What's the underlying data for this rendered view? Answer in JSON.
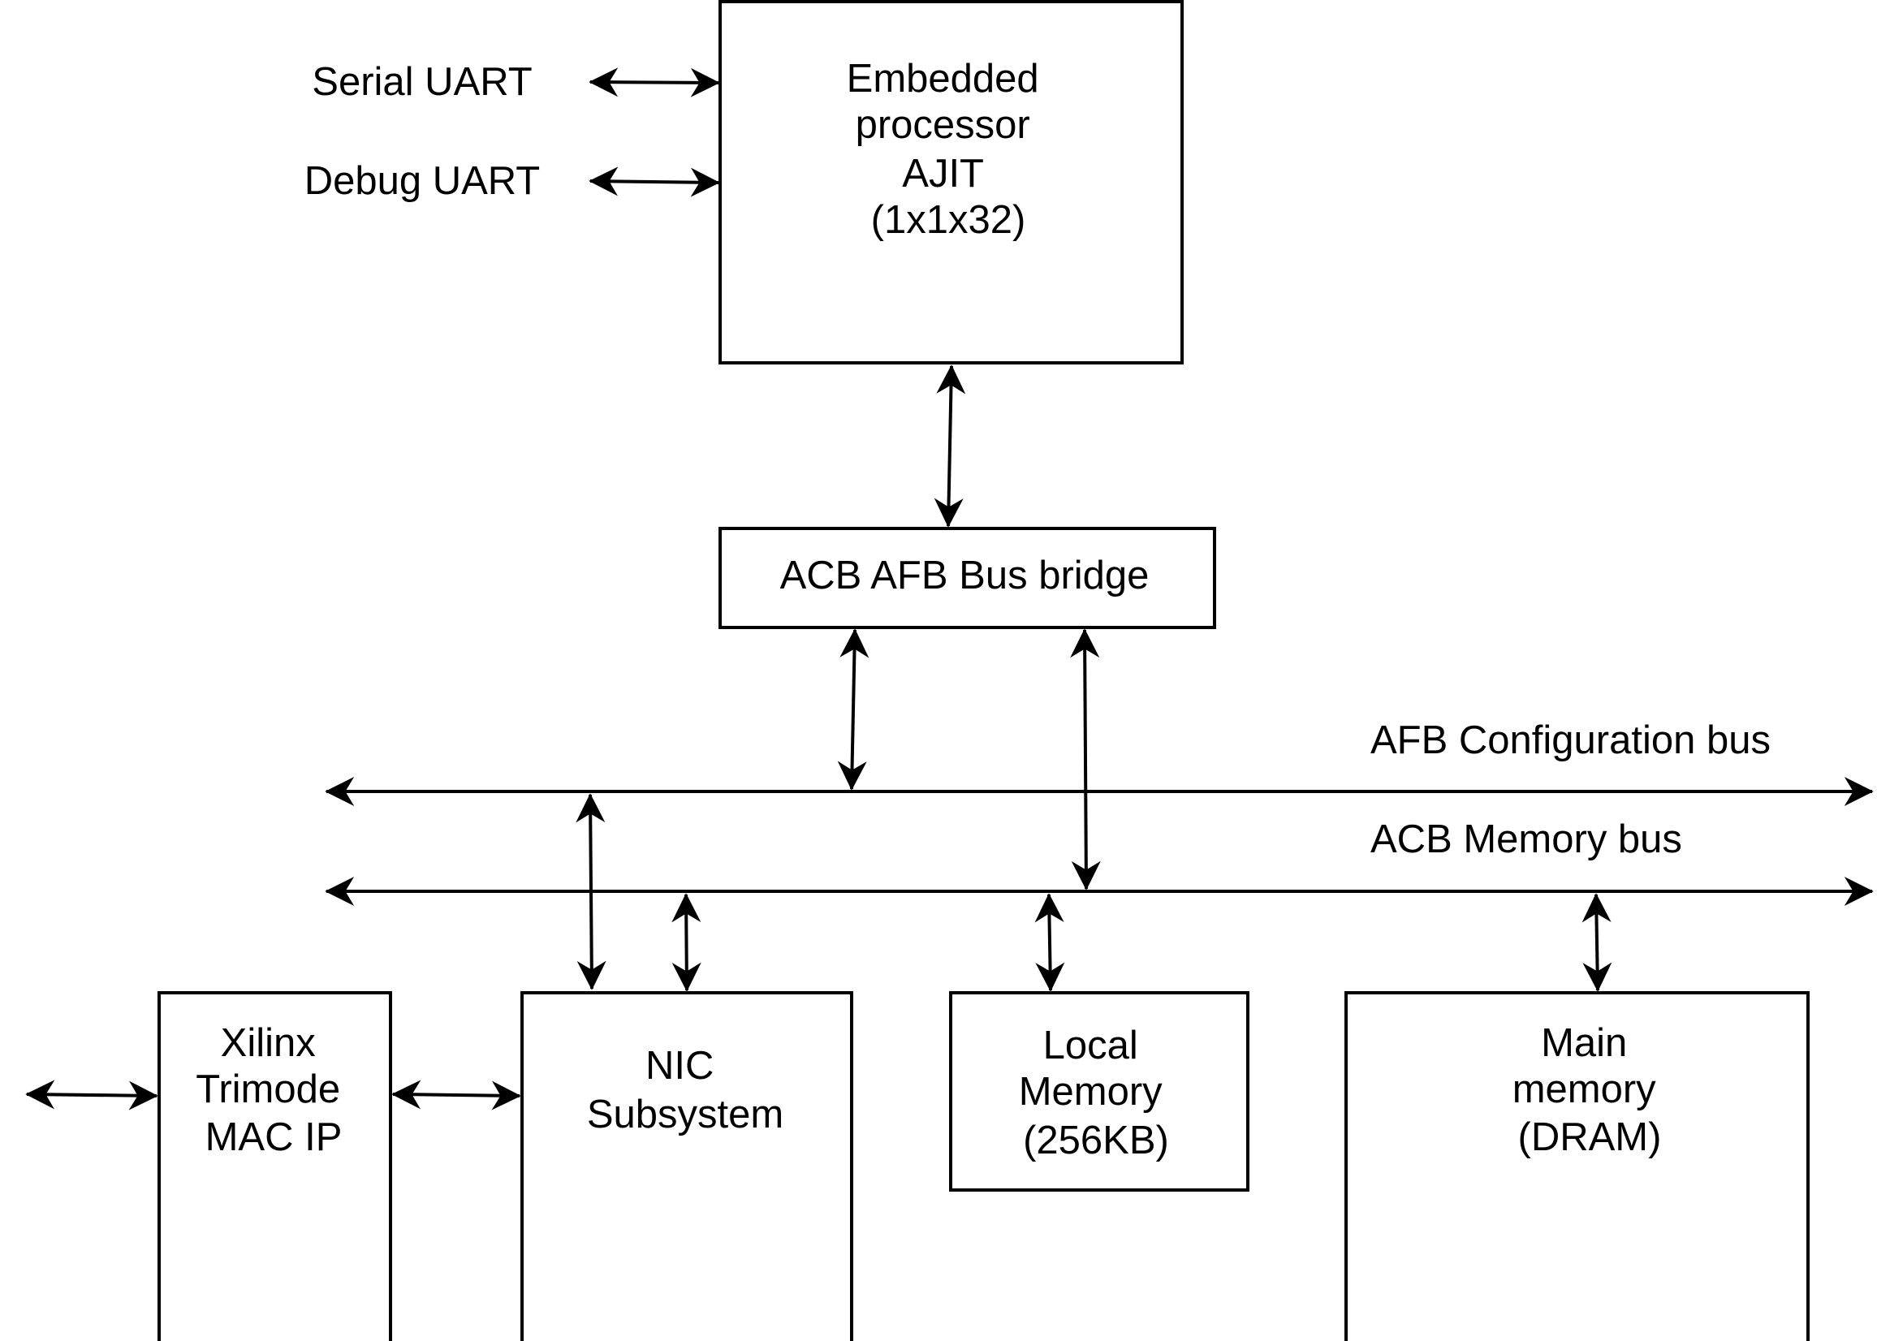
{
  "colors": {
    "line": "#000000",
    "background": "#ffffff"
  },
  "external_labels": {
    "serial_uart": "Serial UART",
    "debug_uart": "Debug UART"
  },
  "buses": {
    "afb_config": "AFB Configuration bus",
    "acb_memory": "ACB Memory bus"
  },
  "blocks": {
    "processor": [
      "Embedded",
      "processor",
      "AJIT",
      "(1x1x32)"
    ],
    "bridge": [
      "ACB AFB Bus bridge"
    ],
    "mac": [
      "Xilinx",
      "Trimode",
      "MAC IP"
    ],
    "nic": [
      "NIC",
      "Subsystem"
    ],
    "local_memory": [
      "Local",
      "Memory",
      "(256KB)"
    ],
    "main_memory": [
      "Main",
      "memory",
      "(DRAM)"
    ]
  }
}
